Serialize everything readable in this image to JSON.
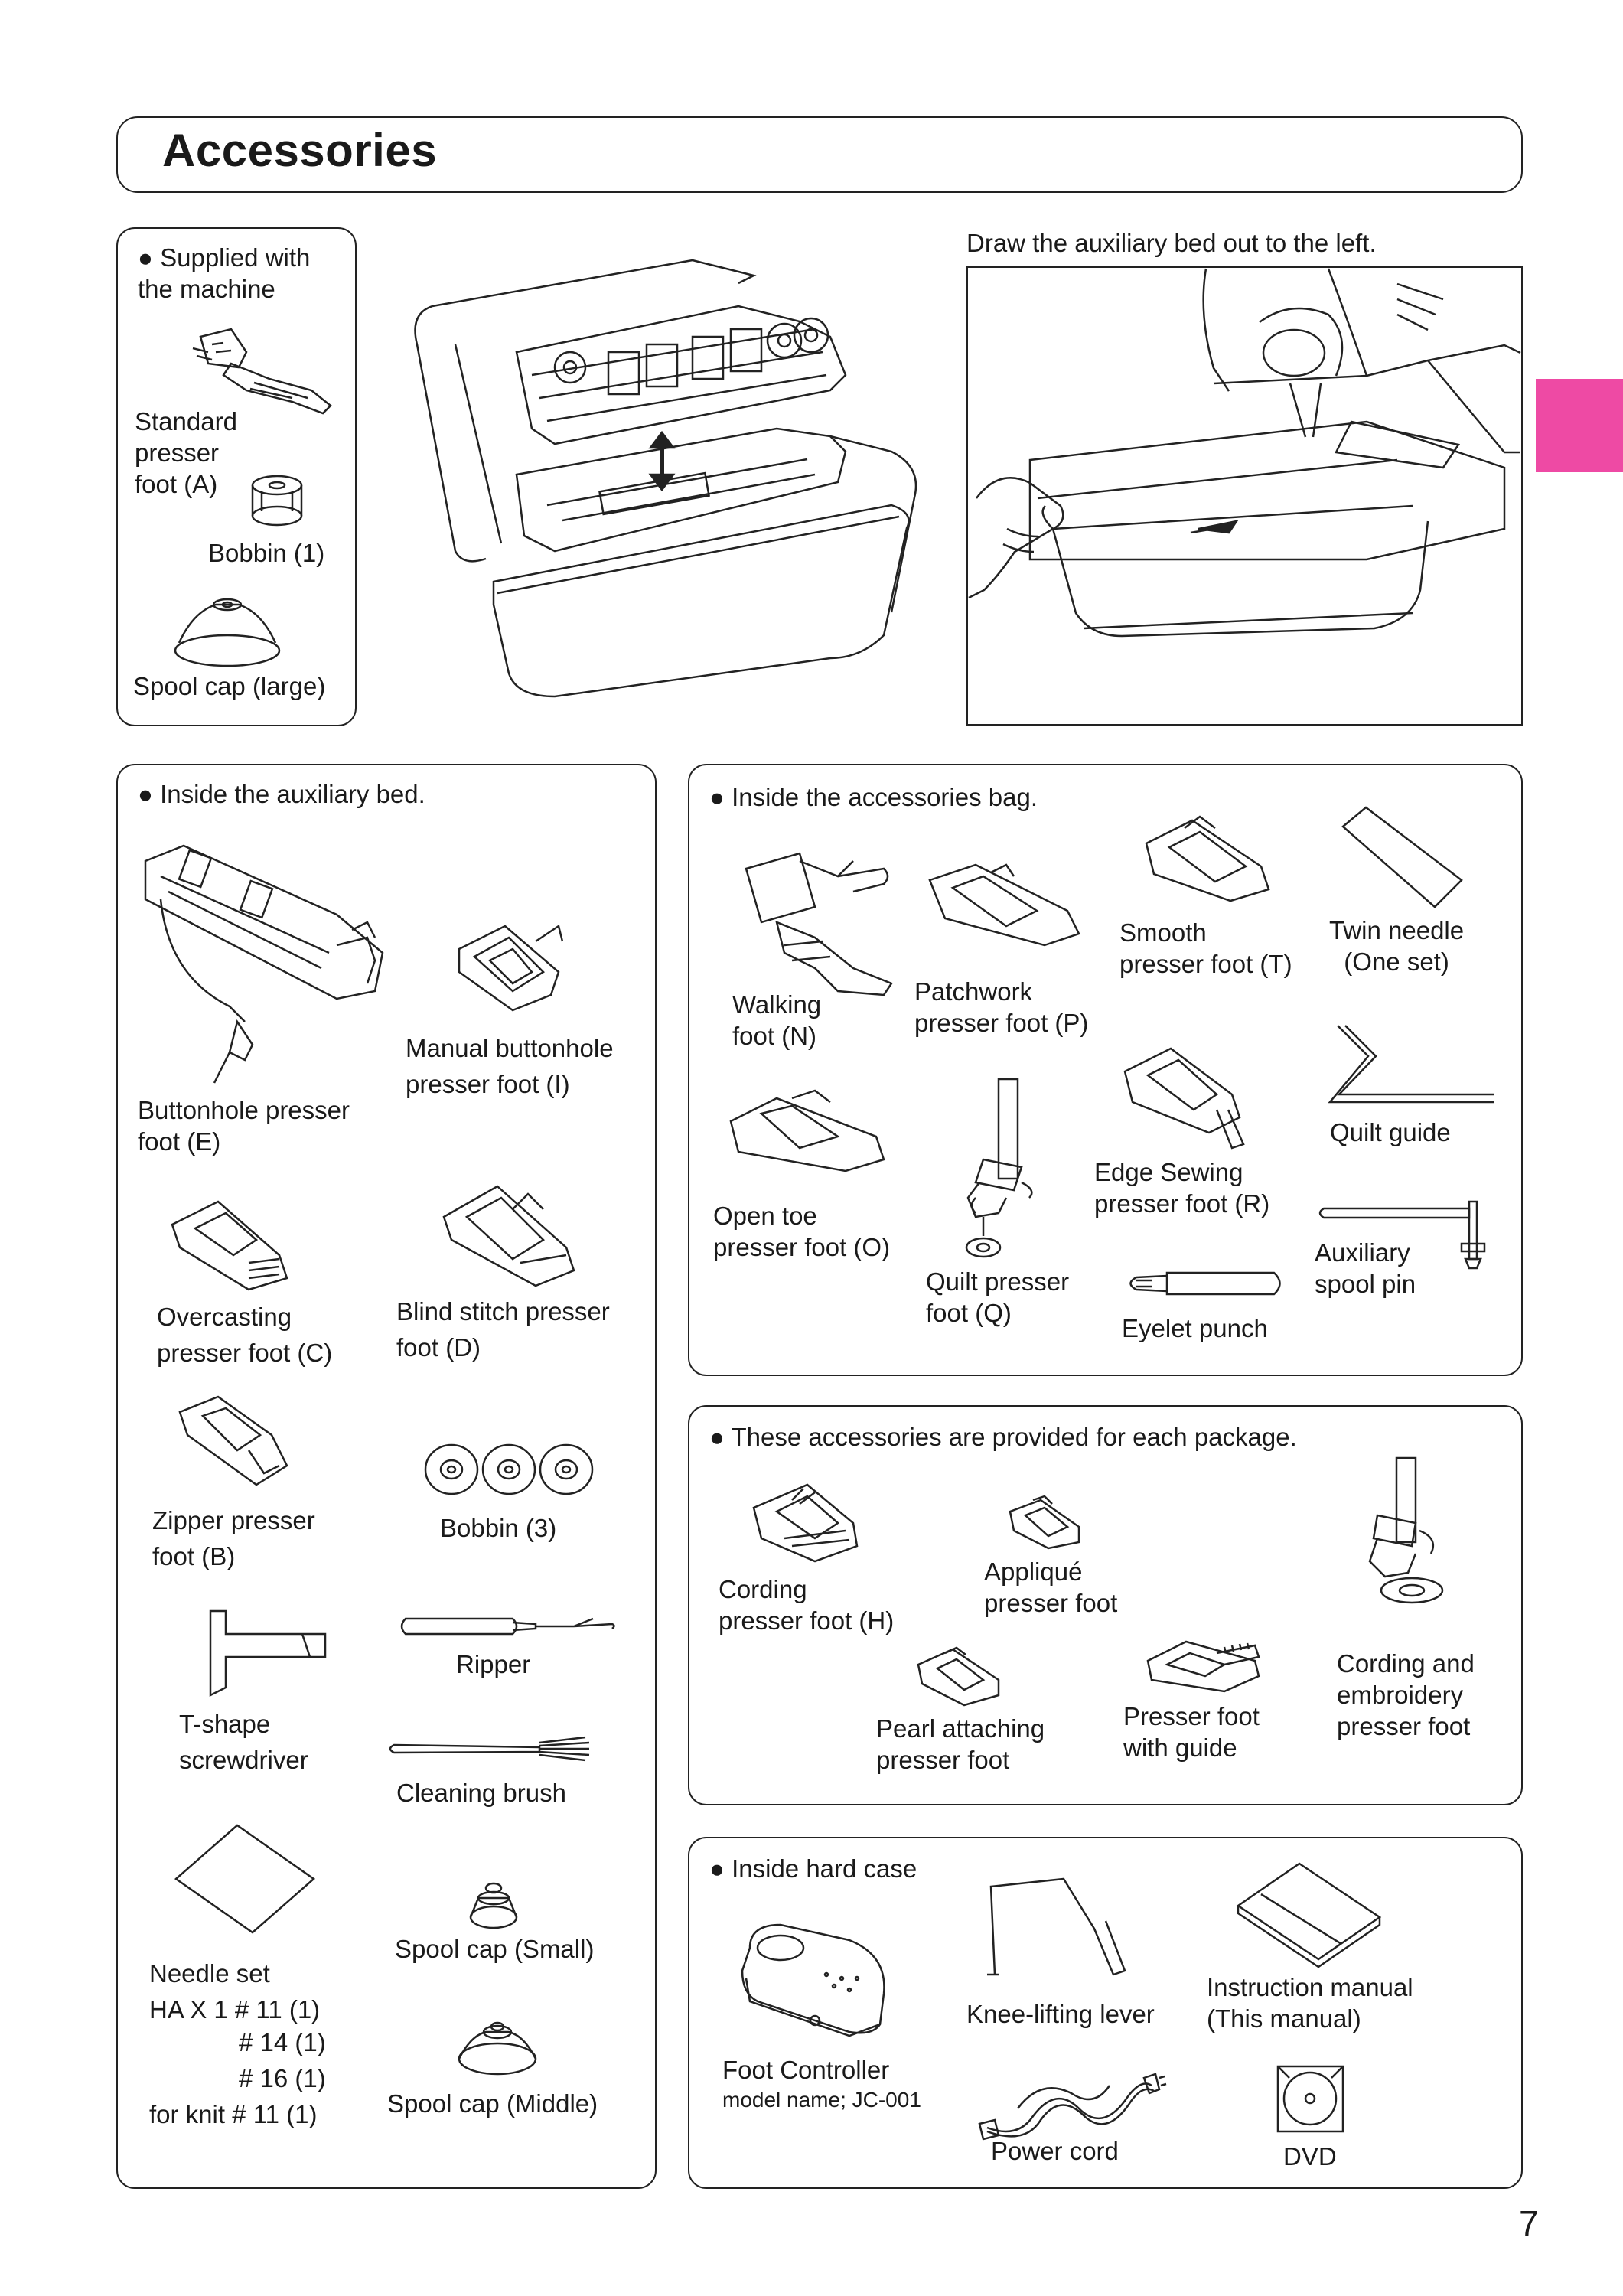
{
  "title": "Accessories",
  "page_number": "7",
  "tab_color": "#ee4aa4",
  "supplied": {
    "heading": "● Supplied with\nthe machine",
    "standard_foot": "Standard\npresser\nfoot (A)",
    "bobbin": "Bobbin (1)",
    "spool_cap_large": "Spool cap (large)"
  },
  "auxiliary_caption": "Draw the auxiliary bed out to the left.",
  "aux_bed": {
    "heading": "● Inside the auxiliary bed.",
    "buttonhole": "Buttonhole presser\nfoot (E)",
    "manual_buttonhole": "Manual buttonhole\npresser foot (I)",
    "overcasting": "Overcasting\npresser foot (C)",
    "blind_stitch": "Blind stitch presser\nfoot (D)",
    "zipper": "Zipper presser\nfoot (B)",
    "bobbin3": "Bobbin (3)",
    "t_screwdriver": "T-shape\nscrewdriver",
    "ripper": "Ripper",
    "cleaning_brush": "Cleaning brush",
    "needle_set": "Needle set\nHA X 1 # 11 (1)",
    "needle_14": "# 14 (1)",
    "needle_16": "# 16 (1)",
    "needle_knit": "for knit # 11 (1)",
    "spool_small": "Spool cap (Small)",
    "spool_middle": "Spool cap (Middle)"
  },
  "bag": {
    "heading": "● Inside the accessories bag.",
    "walking": "Walking\nfoot (N)",
    "patchwork": "Patchwork\npresser foot (P)",
    "smooth": "Smooth\npresser foot (T)",
    "twin_needle": "Twin needle\n(One set)",
    "quilt_guide": "Quilt guide",
    "open_toe": "Open toe\npresser foot (O)",
    "edge_sewing": "Edge Sewing\npresser foot (R)",
    "quilt_foot": "Quilt presser\nfoot (Q)",
    "aux_spool_pin": "Auxiliary\nspool pin",
    "eyelet_punch": "Eyelet punch"
  },
  "package": {
    "heading": "● These accessories are provided for each package.",
    "cording": "Cording\npresser foot (H)",
    "applique": "Appliqué\npresser foot",
    "pearl": "Pearl attaching\npresser foot",
    "with_guide": "Presser foot\nwith guide",
    "cording_embroidery": "Cording and\nembroidery\npresser foot"
  },
  "hard_case": {
    "heading": "● Inside hard case",
    "knee_lever": "Knee-lifting lever",
    "manual": "Instruction manual\n(This manual)",
    "foot_controller": "Foot Controller",
    "model_name": "model name; JC-001",
    "power_cord": "Power cord",
    "dvd": "DVD"
  }
}
